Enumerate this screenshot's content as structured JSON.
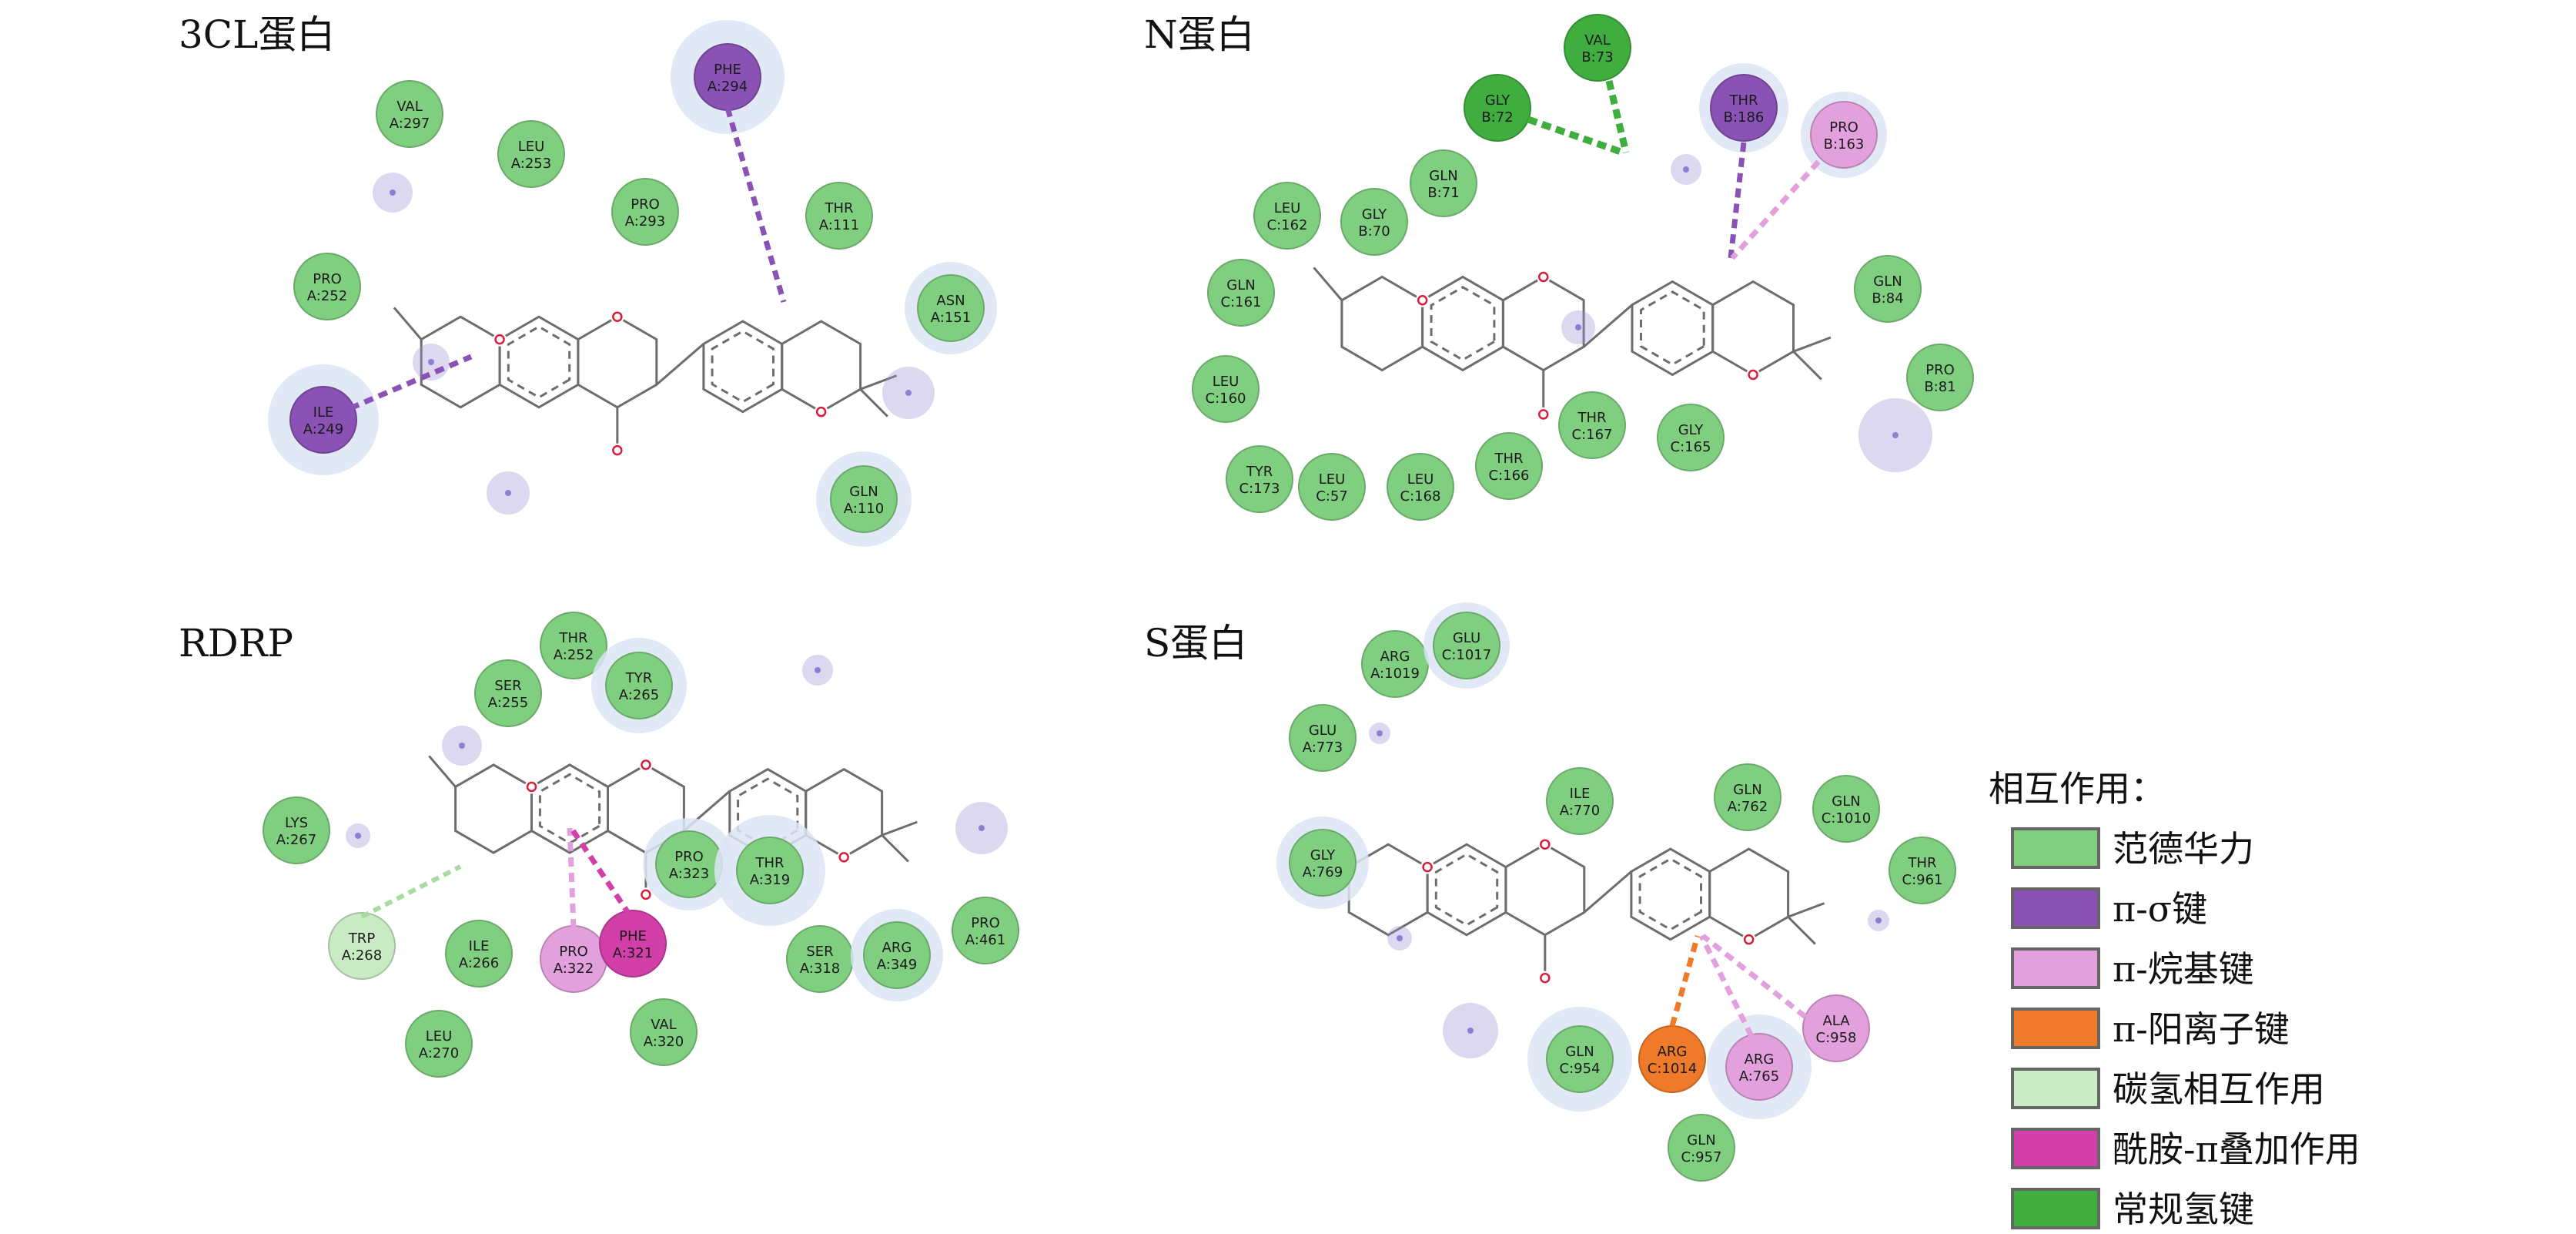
{
  "colors": {
    "vdw": "#80cf80",
    "pi_sigma": "#8a52b4",
    "pi_alkyl": "#e2a1dc",
    "pi_cation": "#ee7a2a",
    "ch_bond": "#c9ebc4",
    "amide_pi": "#d23fa8",
    "hbond": "#3fae3f",
    "bond": "#6d6d6d",
    "oxygen": "#d81e3a",
    "halo": "#dde5f5",
    "atom_halo": "#9b8fd0"
  },
  "panels": [
    {
      "title": "3CL蛋白",
      "residues": [
        {
          "name": "VAL",
          "id": "A:297",
          "type": "vdw"
        },
        {
          "name": "LEU",
          "id": "A:253",
          "type": "vdw"
        },
        {
          "name": "PHE",
          "id": "A:294",
          "type": "pi_sigma"
        },
        {
          "name": "PRO",
          "id": "A:293",
          "type": "vdw"
        },
        {
          "name": "THR",
          "id": "A:111",
          "type": "vdw"
        },
        {
          "name": "PRO",
          "id": "A:252",
          "type": "vdw"
        },
        {
          "name": "ASN",
          "id": "A:151",
          "type": "vdw"
        },
        {
          "name": "ILE",
          "id": "A:249",
          "type": "pi_sigma"
        },
        {
          "name": "GLN",
          "id": "A:110",
          "type": "vdw"
        }
      ]
    },
    {
      "title": "N蛋白",
      "residues": [
        {
          "name": "VAL",
          "id": "B:73",
          "type": "hbond"
        },
        {
          "name": "GLY",
          "id": "B:72",
          "type": "hbond"
        },
        {
          "name": "THR",
          "id": "B:186",
          "type": "pi_sigma"
        },
        {
          "name": "PRO",
          "id": "B:163",
          "type": "pi_alkyl"
        },
        {
          "name": "GLN",
          "id": "B:71",
          "type": "vdw"
        },
        {
          "name": "LEU",
          "id": "C:162",
          "type": "vdw"
        },
        {
          "name": "GLY",
          "id": "B:70",
          "type": "vdw"
        },
        {
          "name": "GLN",
          "id": "C:161",
          "type": "vdw"
        },
        {
          "name": "GLN",
          "id": "B:84",
          "type": "vdw"
        },
        {
          "name": "LEU",
          "id": "C:160",
          "type": "vdw"
        },
        {
          "name": "PRO",
          "id": "B:81",
          "type": "vdw"
        },
        {
          "name": "THR",
          "id": "C:167",
          "type": "vdw"
        },
        {
          "name": "GLY",
          "id": "C:165",
          "type": "vdw"
        },
        {
          "name": "TYR",
          "id": "C:173",
          "type": "vdw"
        },
        {
          "name": "LEU",
          "id": "C:57",
          "type": "vdw"
        },
        {
          "name": "LEU",
          "id": "C:168",
          "type": "vdw"
        },
        {
          "name": "THR",
          "id": "C:166",
          "type": "vdw"
        }
      ]
    },
    {
      "title": "RDRP",
      "residues": [
        {
          "name": "THR",
          "id": "A:252",
          "type": "vdw"
        },
        {
          "name": "SER",
          "id": "A:255",
          "type": "vdw"
        },
        {
          "name": "TYR",
          "id": "A:265",
          "type": "vdw"
        },
        {
          "name": "LYS",
          "id": "A:267",
          "type": "vdw"
        },
        {
          "name": "PRO",
          "id": "A:323",
          "type": "vdw"
        },
        {
          "name": "THR",
          "id": "A:319",
          "type": "vdw"
        },
        {
          "name": "TRP",
          "id": "A:268",
          "type": "ch_bond"
        },
        {
          "name": "ILE",
          "id": "A:266",
          "type": "vdw"
        },
        {
          "name": "PRO",
          "id": "A:322",
          "type": "pi_alkyl"
        },
        {
          "name": "PHE",
          "id": "A:321",
          "type": "amide_pi"
        },
        {
          "name": "SER",
          "id": "A:318",
          "type": "vdw"
        },
        {
          "name": "ARG",
          "id": "A:349",
          "type": "vdw"
        },
        {
          "name": "PRO",
          "id": "A:461",
          "type": "vdw"
        },
        {
          "name": "LEU",
          "id": "A:270",
          "type": "vdw"
        },
        {
          "name": "VAL",
          "id": "A:320",
          "type": "vdw"
        }
      ]
    },
    {
      "title": "S蛋白",
      "residues": [
        {
          "name": "ARG",
          "id": "A:1019",
          "type": "vdw"
        },
        {
          "name": "GLU",
          "id": "C:1017",
          "type": "vdw"
        },
        {
          "name": "GLU",
          "id": "A:773",
          "type": "vdw"
        },
        {
          "name": "ILE",
          "id": "A:770",
          "type": "vdw"
        },
        {
          "name": "GLN",
          "id": "A:762",
          "type": "vdw"
        },
        {
          "name": "GLN",
          "id": "C:1010",
          "type": "vdw"
        },
        {
          "name": "GLY",
          "id": "A:769",
          "type": "vdw"
        },
        {
          "name": "THR",
          "id": "C:961",
          "type": "vdw"
        },
        {
          "name": "ALA",
          "id": "C:958",
          "type": "pi_alkyl"
        },
        {
          "name": "GLN",
          "id": "C:954",
          "type": "vdw"
        },
        {
          "name": "ARG",
          "id": "C:1014",
          "type": "pi_cation"
        },
        {
          "name": "ARG",
          "id": "A:765",
          "type": "pi_alkyl"
        },
        {
          "name": "GLN",
          "id": "C:957",
          "type": "vdw"
        }
      ]
    }
  ],
  "legend": {
    "title": "相互作用：",
    "items": [
      {
        "label": "范德华力",
        "type": "vdw"
      },
      {
        "label": "π-σ键",
        "type": "pi_sigma"
      },
      {
        "label": "π-烷基键",
        "type": "pi_alkyl"
      },
      {
        "label": "π-阳离子键",
        "type": "pi_cation"
      },
      {
        "label": "碳氢相互作用",
        "type": "ch_bond"
      },
      {
        "label": "酰胺-π叠加作用",
        "type": "amide_pi"
      },
      {
        "label": "常规氢键",
        "type": "hbond"
      }
    ]
  }
}
